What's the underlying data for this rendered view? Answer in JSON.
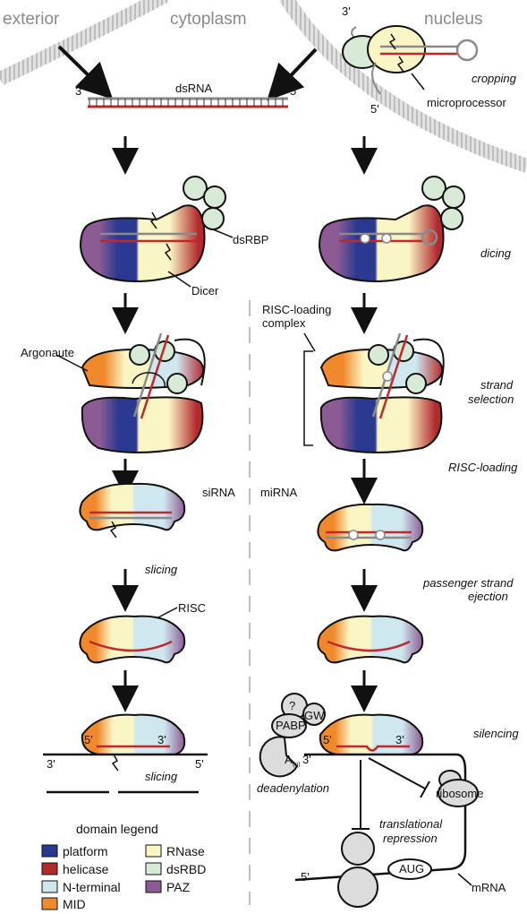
{
  "compartments": {
    "exterior": "exterior",
    "cytoplasm": "cytoplasm",
    "nucleus": "nucleus"
  },
  "labels": {
    "dsrna": "dsRNA",
    "three_prime": "3'",
    "five_prime": "5'",
    "microprocessor": "microprocessor",
    "dsrbp": "dsRBP",
    "dicer": "Dicer",
    "risc_loading_complex_line1": "RISC-loading",
    "risc_loading_complex_line2": "complex",
    "argonaute": "Argonaute",
    "sirna": "siRNA",
    "mirna": "miRNA",
    "risc": "RISC",
    "slicing_top": "slicing",
    "slicing_bottom": "slicing",
    "question": "?",
    "gw": "GW",
    "pabp": "PABP",
    "poly_a": "A",
    "poly_a_sub": "(n)",
    "deadenylation": "deadenylation",
    "translational_line1": "translational",
    "translational_line2": "repression",
    "ribosome": "ribosome",
    "aug": "AUG",
    "mrna": "mRNA"
  },
  "steps": {
    "cropping": "cropping",
    "dicing": "dicing",
    "strand_selection_line1": "strand",
    "strand_selection_line2": "selection",
    "risc_loading": "RISC-loading",
    "passenger_line1": "passenger strand",
    "passenger_line2": "ejection",
    "silencing": "silencing"
  },
  "legend": {
    "title": "domain legend",
    "items": [
      {
        "label": "platform",
        "color": "#2b3990"
      },
      {
        "label": "helicase",
        "color": "#b22a2e"
      },
      {
        "label": "N-terminal",
        "color": "#cfe8f0"
      },
      {
        "label": "MID",
        "color": "#f0892c"
      },
      {
        "label": "RNase",
        "color": "#faf5c4"
      },
      {
        "label": "dsRBD",
        "color": "#d7ead6"
      },
      {
        "label": "PAZ",
        "color": "#8c5b94"
      }
    ]
  },
  "colors": {
    "rna_red": "#c0282d",
    "rna_gray": "#8a8a8a",
    "membrane": "#c8c8c8",
    "divider": "#bdbdbd"
  }
}
